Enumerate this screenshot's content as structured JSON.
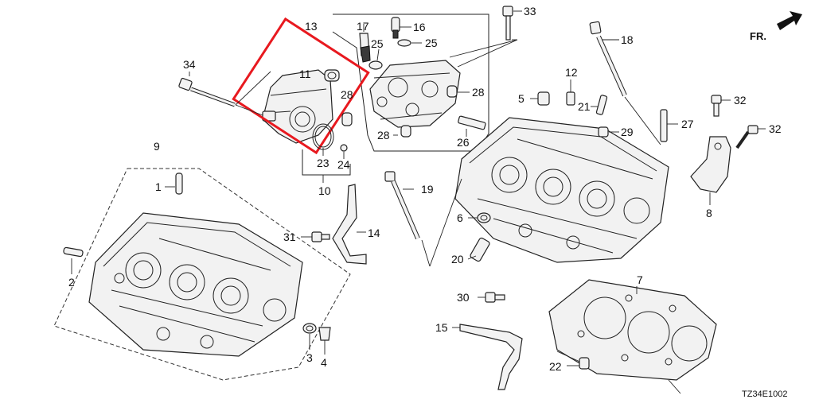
{
  "diagram": {
    "direction_label": "FR.",
    "diagram_code": "TZ34E1002",
    "highlight_color": "#e8191f",
    "callouts": [
      "1",
      "2",
      "3",
      "4",
      "5",
      "6",
      "7",
      "8",
      "9",
      "10",
      "11",
      "12",
      "13",
      "14",
      "15",
      "16",
      "17",
      "19",
      "20",
      "21",
      "22",
      "23",
      "24",
      "25",
      "25",
      "26",
      "27",
      "28",
      "28",
      "28",
      "29",
      "30",
      "31",
      "32",
      "32",
      "33",
      "34",
      "18"
    ]
  }
}
